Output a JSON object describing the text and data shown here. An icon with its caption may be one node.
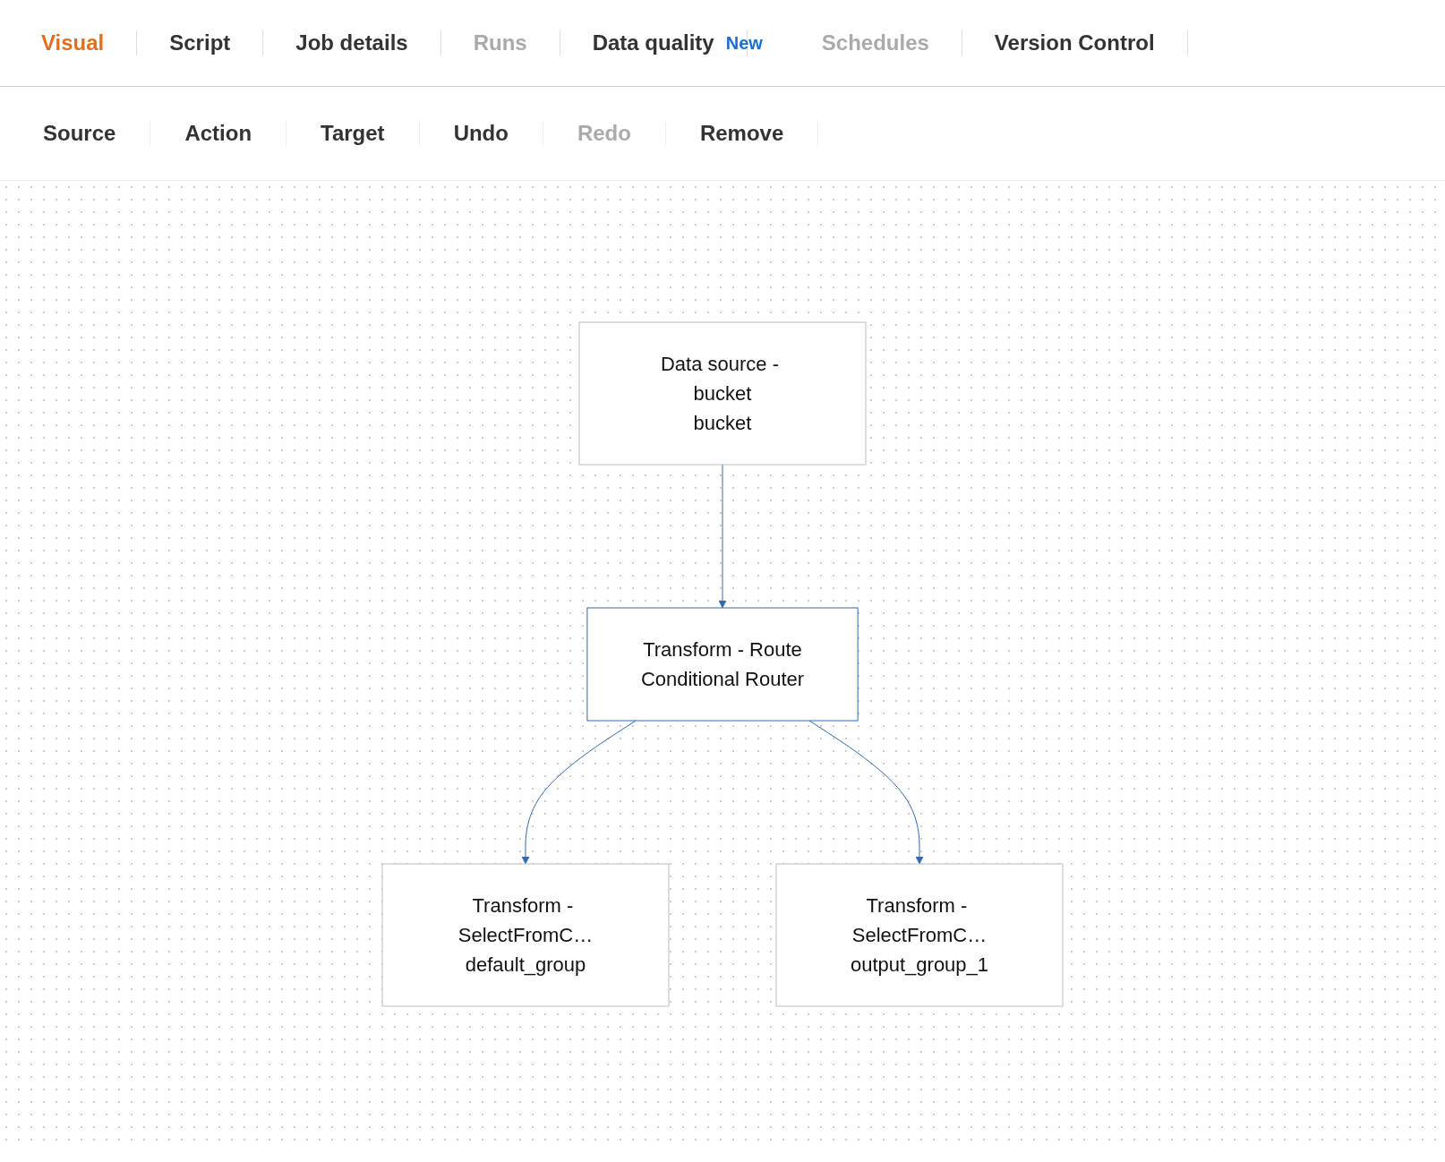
{
  "diagram": {
    "nodes": [
      {
        "text": [
          "Data source - bucket",
          "bucket"
        ]
      },
      {
        "text": [
          "Transform - Route",
          "Conditional Router"
        ]
      },
      {
        "text": [
          "Transform - SelectFromC…",
          "default_group"
        ]
      },
      {
        "text": [
          "Transform - SelectFromC…",
          "output_group_1"
        ]
      }
    ],
    "edges": [
      {
        "from": 0,
        "to": 1,
        "arrow": "to"
      },
      {
        "from": 1,
        "to": 2,
        "arrow": "to"
      },
      {
        "from": 1,
        "to": 3,
        "arrow": "to"
      }
    ],
    "labels": [
      "Visual",
      "Script",
      "Job details",
      "Runs",
      "Data quality",
      "New",
      "Schedules",
      "Version Control",
      "Source",
      "Action",
      "Target",
      "Undo",
      "Redo",
      "Remove"
    ]
  }
}
